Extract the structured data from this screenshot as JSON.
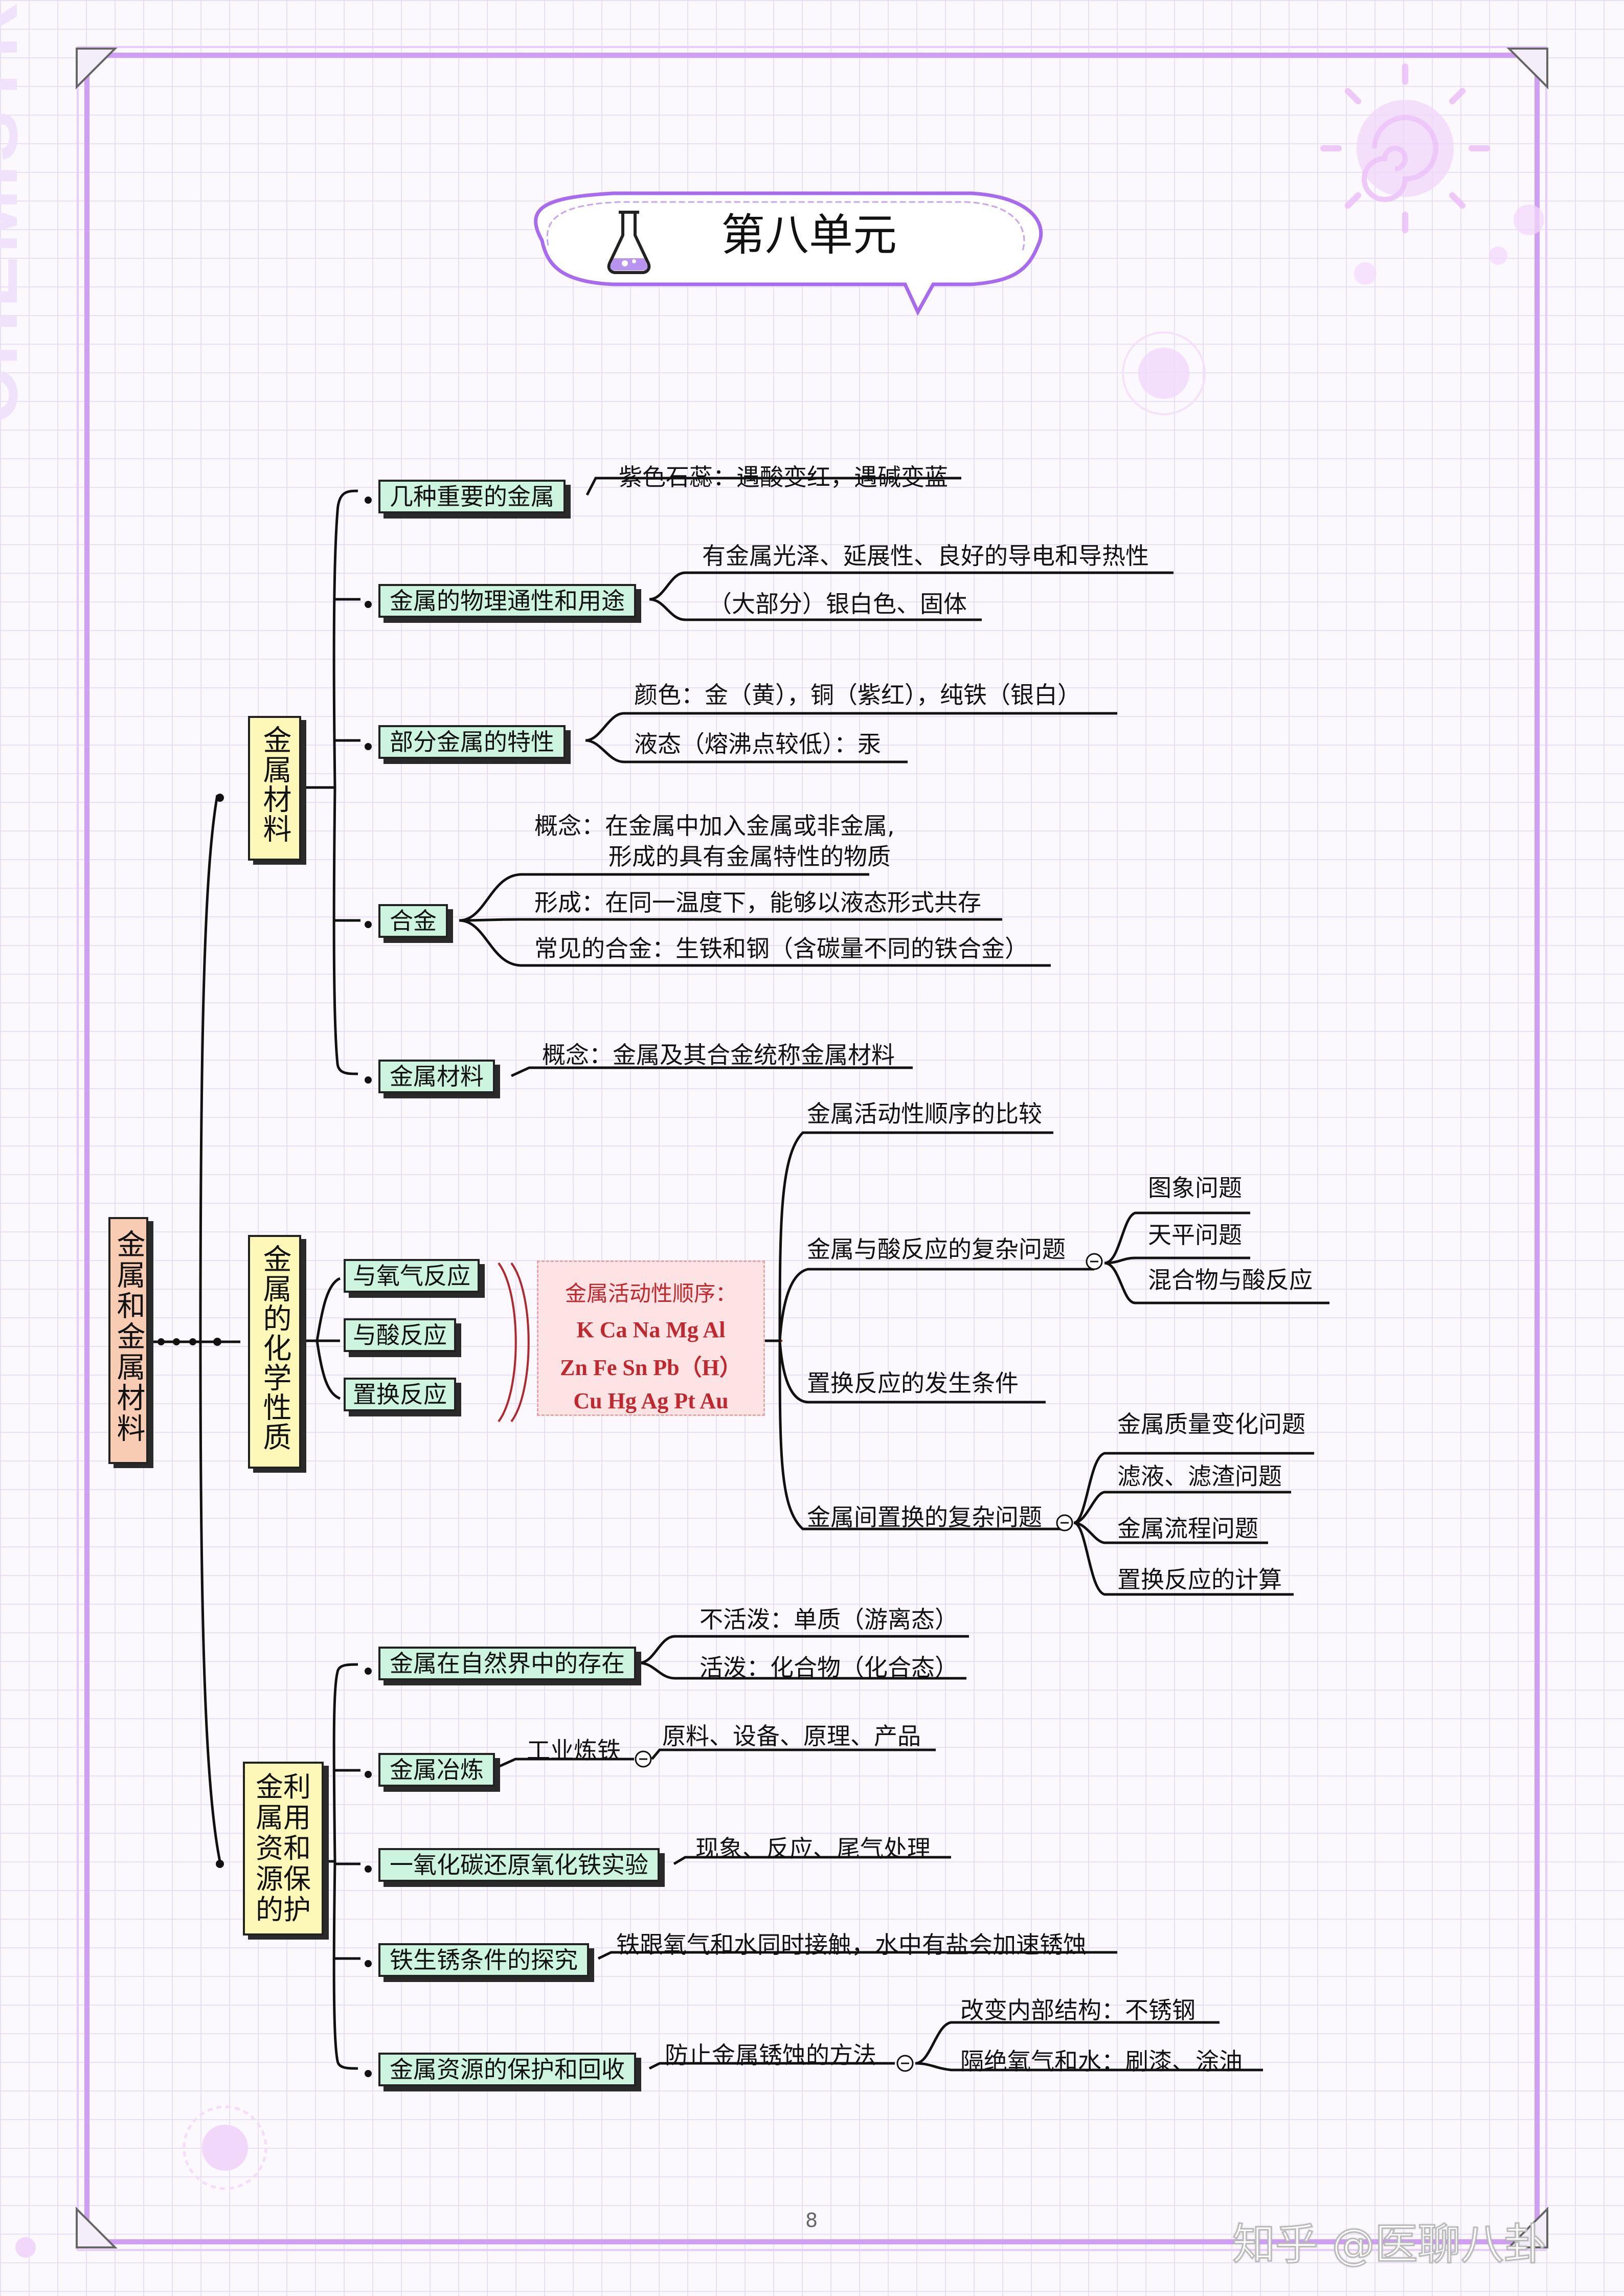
{
  "header": {
    "title": "第八单元",
    "watermark": "CHEMISTRY"
  },
  "page_number": "8",
  "credit": "知乎 @医聊八卦",
  "colors": {
    "accent": "#b88af0",
    "box_green": "#cdf4df",
    "box_yellow": "#fdf7b8",
    "box_peach": "#f8cbb3",
    "order_red": "#c1272d"
  },
  "icons": {
    "title_icon": "flask-icon",
    "collapse": "collapse-circle-icon"
  },
  "root": {
    "label": "金属和金属材料"
  },
  "sec1": {
    "label": "金属材料",
    "n1": {
      "label": "几种重要的金属",
      "leaf": "紫色石蕊：遇酸变红，遇碱变蓝"
    },
    "n2": {
      "label": "金属的物理通性和用途",
      "leaf1": "有金属光泽、延展性、良好的导电和导热性",
      "leaf2": "（大部分）银白色、固体"
    },
    "n3": {
      "label": "部分金属的特性",
      "leaf1": "颜色：金（黄），铜（紫红），纯铁（银白）",
      "leaf2": "液态（熔沸点较低）：汞"
    },
    "n4": {
      "label": "合金",
      "leaf1a": "概念：在金属中加入金属或非金属,",
      "leaf1b": "形成的具有金属特性的物质",
      "leaf2": "形成：在同一温度下，能够以液态形式共存",
      "leaf3": "常见的合金：生铁和钢（含碳量不同的铁合金）"
    },
    "n5": {
      "label": "金属材料",
      "leaf": "概念：金属及其合金统称金属材料"
    }
  },
  "sec2": {
    "label": "金属的化学性质",
    "r1": "与氧气反应",
    "r2": "与酸反应",
    "r3": "置换反应",
    "order": {
      "title": "金属活动性顺序：",
      "line1": "K Ca Na Mg Al",
      "line2": "Zn Fe Sn Pb（H）",
      "line3": "Cu Hg Ag Pt Au"
    },
    "b1": "金属活动性顺序的比较",
    "b2": {
      "label": "金属与酸反应的复杂问题",
      "leaf1": "图象问题",
      "leaf2": "天平问题",
      "leaf3": "混合物与酸反应"
    },
    "b3": "置换反应的发生条件",
    "b4": {
      "label": "金属间置换的复杂问题",
      "leaf1": "金属质量变化问题",
      "leaf2": "滤液、滤渣问题",
      "leaf3": "金属流程问题",
      "leaf4": "置换反应的计算"
    }
  },
  "sec3": {
    "label": "金属资源的利用和保护",
    "label_lines": [
      "金利",
      "属用",
      "资和",
      "源保",
      "的护"
    ],
    "n1": {
      "label": "金属在自然界中的存在",
      "leaf1": "不活泼：单质（游离态）",
      "leaf2": "活泼：化合物（化合态）"
    },
    "n2": {
      "label": "金属冶炼",
      "mid": "工业炼铁",
      "leaf": "原料、设备、原理、产品"
    },
    "n3": {
      "label": "一氧化碳还原氧化铁实验",
      "leaf": "现象、反应、尾气处理"
    },
    "n4": {
      "label": "铁生锈条件的探究",
      "leaf": "铁跟氧气和水同时接触，水中有盐会加速锈蚀"
    },
    "n5": {
      "label": "金属资源的保护和回收",
      "mid": "防止金属锈蚀的方法",
      "leaf1": "改变内部结构：不锈钢",
      "leaf2": "隔绝氧气和水：刷漆、涂油"
    }
  }
}
